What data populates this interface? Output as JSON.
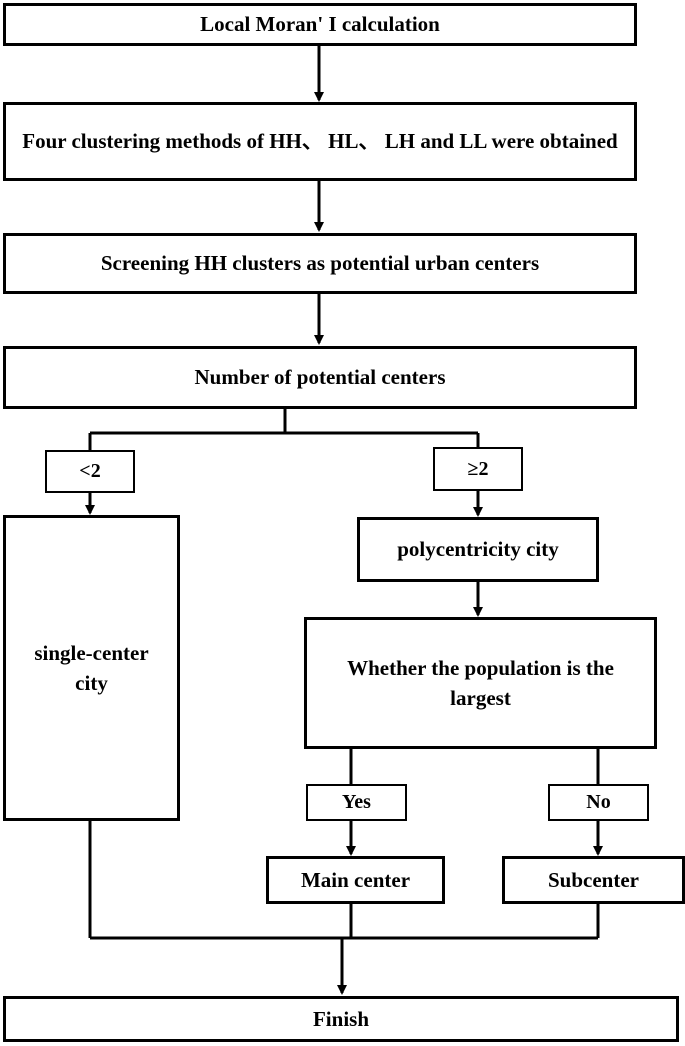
{
  "diagram": {
    "step1": "Local Moran' I calculation",
    "step2": "Four clustering methods of HH、 HL、 LH and LL were obtained",
    "step3": "Screening HH clusters as potential urban centers",
    "step4": "Number of potential centers",
    "branch_lt": "<2",
    "branch_ge": "≥2",
    "single_center": "single-center city",
    "polycentric": "polycentricity city",
    "population_question": "Whether the population is the largest",
    "yes": "Yes",
    "no": "No",
    "main_center": "Main center",
    "subcenter": "Subcenter",
    "finish": "Finish"
  }
}
